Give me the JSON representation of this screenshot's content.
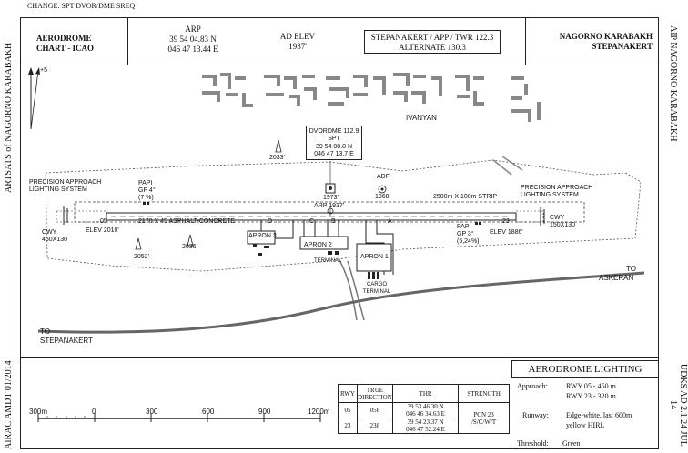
{
  "top_note": "CHANGE: SPT DVOR/DME SREQ",
  "side_left_top": "ARTSATS of NAGORNO KARABAKH",
  "side_left_bottom": "AIRAC AMDT 01/2014",
  "side_right_top": "AIP NAGORNO KARABAKH",
  "side_right_bottom": "UDKS AD 2.1 24 JUL 14",
  "header": {
    "chart_title_1": "AERODROME",
    "chart_title_2": "CHART - ICAO",
    "arp_label": "ARP",
    "arp_lat": "39 54 04.83 N",
    "arp_lon": "046 47 13.44 E",
    "ad_elev_label": "AD ELEV",
    "ad_elev_value": "1937'",
    "freq_1": "STEPANAKERT / APP / TWR 122.3",
    "freq_2": "ALTERNATE 130.3",
    "place_1": "NAGORNO KARABAKH",
    "place_2": "STEPANAKERT"
  },
  "map": {
    "magvar": "+5",
    "ivanyan": "IVANYAN",
    "dvor_1": "DVORDME 112.9",
    "dvor_2": "SPT",
    "dvor_3": "39 54 08.8 N",
    "dvor_4": "046 47 13.7 E",
    "obst_2033": "2033'",
    "obst_1973": "1973'",
    "adf": "ADF",
    "obst_1968": "1968'",
    "strip": "2500m X 100m STRIP",
    "arp_mark": "ARP 1937'",
    "papi_left_1": "PAPI",
    "papi_left_2": "GP 4°",
    "papi_left_3": "(7 %)",
    "pals_left_1": "PRECISION APPROACH",
    "pals_left_2": "LIGHTING SYSTEM",
    "pals_right_1": "PRECISION APPROACH",
    "pals_right_2": "LIGHTING SYSTEM",
    "rwy_desc": "2170 X 45 ASPHALT-CONCRETE",
    "elev_left": "ELEV 2010'",
    "elev_right": "ELEV 1886'",
    "cwy_left_1": "CWY",
    "cwy_left_2": "450X130",
    "cwy_right_1": "CWY",
    "cwy_right_2": "150X130",
    "rwy_05": "05",
    "rwy_23": "23",
    "papi_right_1": "PAPI",
    "papi_right_2": "GP 3°",
    "papi_right_3": "(5,24%)",
    "twy_d": "D",
    "twy_c": "C",
    "twy_b": "B",
    "twy_a": "A",
    "apron_3": "APRON 3",
    "apron_2": "APRON 2",
    "apron_1": "APRON 1",
    "terminal": "TERMINAL",
    "cargo_1": "CARGO",
    "cargo_2": "TERMINAL",
    "obst_2052": "2052'",
    "obst_2036": "2036'",
    "to_askeran_1": "TO",
    "to_askeran_2": "ASKERAN",
    "to_stepanakert_1": "TO",
    "to_stepanakert_2": "STEPANAKERT"
  },
  "scale": {
    "ticks": [
      "300m",
      "0",
      "300",
      "600",
      "900",
      "1200m"
    ]
  },
  "runway_table": {
    "headers": [
      "RWY",
      "TRUE DIRECTION",
      "THR",
      "STRENGTH"
    ],
    "rows": [
      {
        "rwy": "05",
        "dir": "058",
        "thr_1": "39 53 46.30 N",
        "thr_2": "046 46 34.63 E"
      },
      {
        "rwy": "23",
        "dir": "238",
        "thr_1": "39 54 23.37 N",
        "thr_2": "046 47 52.24 E"
      }
    ],
    "strength_1": "PCN 23",
    "strength_2": "/S/C/W/T"
  },
  "lighting": {
    "title": "AERODROME LIGHTING",
    "approach_label": "Approach:",
    "approach_1": "RWY 05 - 450 m",
    "approach_2": "RWY 23 - 320 m",
    "runway_label": "Runway:",
    "runway_1": "Edge-white, last 600m",
    "runway_2": "yellow HIRL",
    "threshold_label": "Threshold:",
    "threshold_value": "Green"
  }
}
